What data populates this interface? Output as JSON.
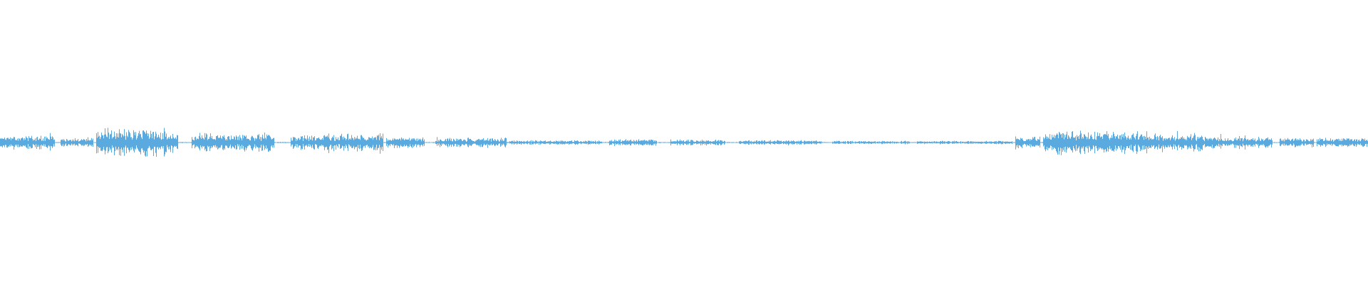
{
  "waveform": {
    "color": "#5aa9df",
    "background": "#ffffff",
    "segments": [
      {
        "start": 0.0,
        "end": 0.04,
        "peak": 0.12
      },
      {
        "start": 0.044,
        "end": 0.068,
        "peak": 0.08
      },
      {
        "start": 0.07,
        "end": 0.1,
        "peak": 0.24
      },
      {
        "start": 0.1,
        "end": 0.13,
        "peak": 0.26
      },
      {
        "start": 0.14,
        "end": 0.2,
        "peak": 0.16
      },
      {
        "start": 0.212,
        "end": 0.24,
        "peak": 0.14
      },
      {
        "start": 0.24,
        "end": 0.28,
        "peak": 0.16
      },
      {
        "start": 0.282,
        "end": 0.31,
        "peak": 0.1
      },
      {
        "start": 0.318,
        "end": 0.37,
        "peak": 0.08
      },
      {
        "start": 0.372,
        "end": 0.44,
        "peak": 0.04
      },
      {
        "start": 0.445,
        "end": 0.48,
        "peak": 0.06
      },
      {
        "start": 0.49,
        "end": 0.53,
        "peak": 0.05
      },
      {
        "start": 0.54,
        "end": 0.6,
        "peak": 0.04
      },
      {
        "start": 0.608,
        "end": 0.665,
        "peak": 0.03
      },
      {
        "start": 0.67,
        "end": 0.74,
        "peak": 0.03
      },
      {
        "start": 0.742,
        "end": 0.76,
        "peak": 0.12
      },
      {
        "start": 0.762,
        "end": 0.8,
        "peak": 0.22
      },
      {
        "start": 0.8,
        "end": 0.84,
        "peak": 0.2
      },
      {
        "start": 0.84,
        "end": 0.88,
        "peak": 0.16
      },
      {
        "start": 0.88,
        "end": 0.93,
        "peak": 0.1
      },
      {
        "start": 0.935,
        "end": 0.96,
        "peak": 0.08
      },
      {
        "start": 0.962,
        "end": 1.0,
        "peak": 0.08
      }
    ]
  }
}
